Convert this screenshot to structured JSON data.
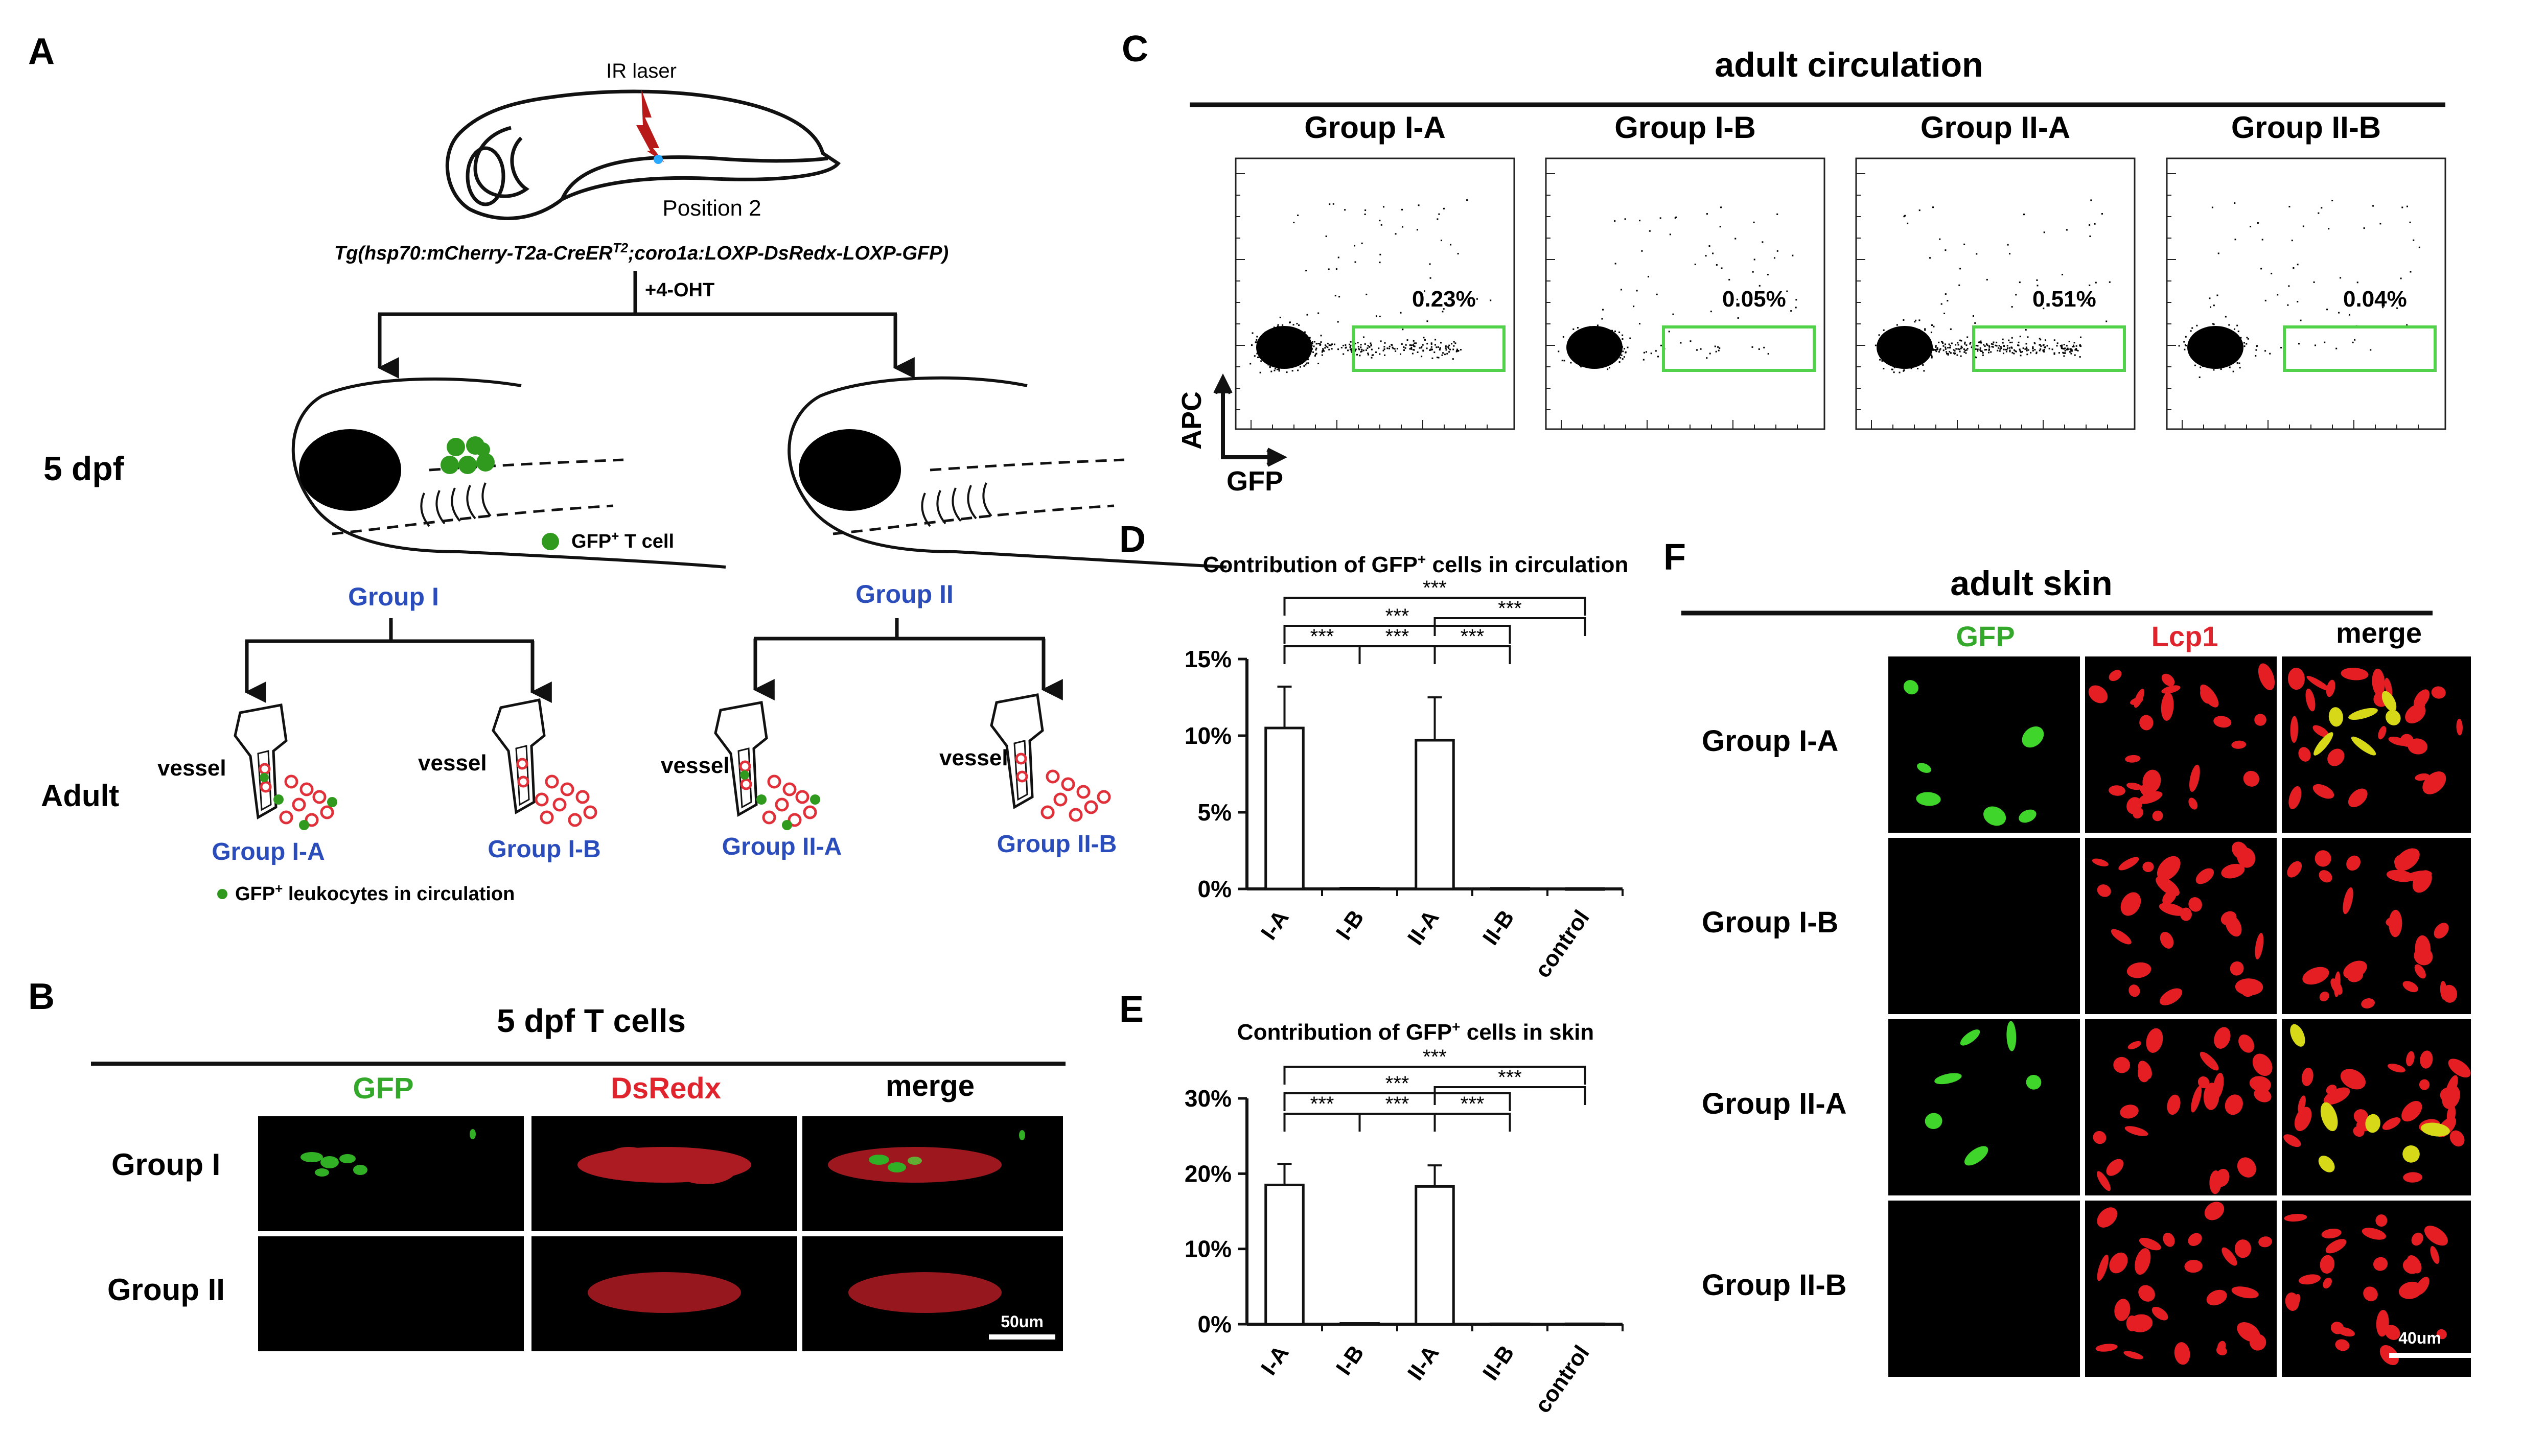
{
  "panel_letters": {
    "a": "A",
    "b": "B",
    "c": "C",
    "d": "D",
    "e": "E",
    "f": "F"
  },
  "panelA": {
    "ir_laser": "IR laser",
    "position": "Position 2",
    "genotype_pre": "Tg(hsp70:mCherry-T2a-CreER",
    "genotype_sup": "T2",
    "genotype_post": ";coro1a:LOXP-DsRedx-LOXP-GFP)",
    "treatment": "+4-OHT",
    "stage_larva": "5 dpf",
    "stage_adult": "Adult",
    "legend_tcell_pre": "GFP",
    "legend_tcell_sup": "+",
    "legend_tcell_post": " T cell",
    "group1": "Group I",
    "group2": "Group II",
    "vessel": "vessel",
    "subgroups": [
      "Group I-A",
      "Group I-B",
      "Group II-A",
      "Group II-B"
    ],
    "legend_leuko_pre": "GFP",
    "legend_leuko_sup": "+",
    "legend_leuko_post": " leukocytes in circulation",
    "colors": {
      "gfp": "#3a9a1f",
      "dsred": "#e0303a",
      "group": "#2a4dbb"
    }
  },
  "panelB": {
    "title": "5 dpf T cells",
    "columns": [
      "GFP",
      "DsRedx",
      "merge"
    ],
    "rows": [
      "Group I",
      "Group II"
    ],
    "scale": "50um"
  },
  "panelC": {
    "title": "adult circulation",
    "groups": [
      "Group I-A",
      "Group I-B",
      "Group II-A",
      "Group II-B"
    ],
    "percents": [
      "0.23%",
      "0.05%",
      "0.51%",
      "0.04%"
    ],
    "yaxis": "APC",
    "xaxis": "GFP"
  },
  "panelF": {
    "title": "adult skin",
    "columns": [
      "GFP",
      "Lcp1",
      "merge"
    ],
    "rows": [
      "Group I-A",
      "Group I-B",
      "Group II-A",
      "Group II-B"
    ],
    "scale": "40um"
  },
  "chart_data": [
    {
      "type": "bar",
      "title_pre": "Contribution of  GFP",
      "title_sup": "+",
      "title_post": " cells in circulation",
      "categories": [
        "I-A",
        "I-B",
        "II-A",
        "II-B",
        "control"
      ],
      "values": [
        10.5,
        0.05,
        9.7,
        0.04,
        0.03
      ],
      "errors": [
        2.7,
        0,
        2.8,
        0,
        0
      ],
      "yticks": [
        "0%",
        "5%",
        "10%",
        "15%"
      ],
      "ytick_values": [
        0,
        5,
        10,
        15
      ],
      "ylim": [
        0,
        15
      ],
      "significance": "***"
    },
    {
      "type": "bar",
      "title_pre": "Contribution of  GFP",
      "title_sup": "+",
      "title_post": " cells in skin",
      "categories": [
        "I-A",
        "I-B",
        "II-A",
        "II-B",
        "control"
      ],
      "values": [
        18.5,
        0.1,
        18.3,
        0.05,
        0.05
      ],
      "errors": [
        2.8,
        0,
        2.8,
        0,
        0
      ],
      "yticks": [
        "0%",
        "10%",
        "20%",
        "30%"
      ],
      "ytick_values": [
        0,
        10,
        20,
        30
      ],
      "ylim": [
        0,
        30
      ],
      "significance": "***"
    }
  ]
}
